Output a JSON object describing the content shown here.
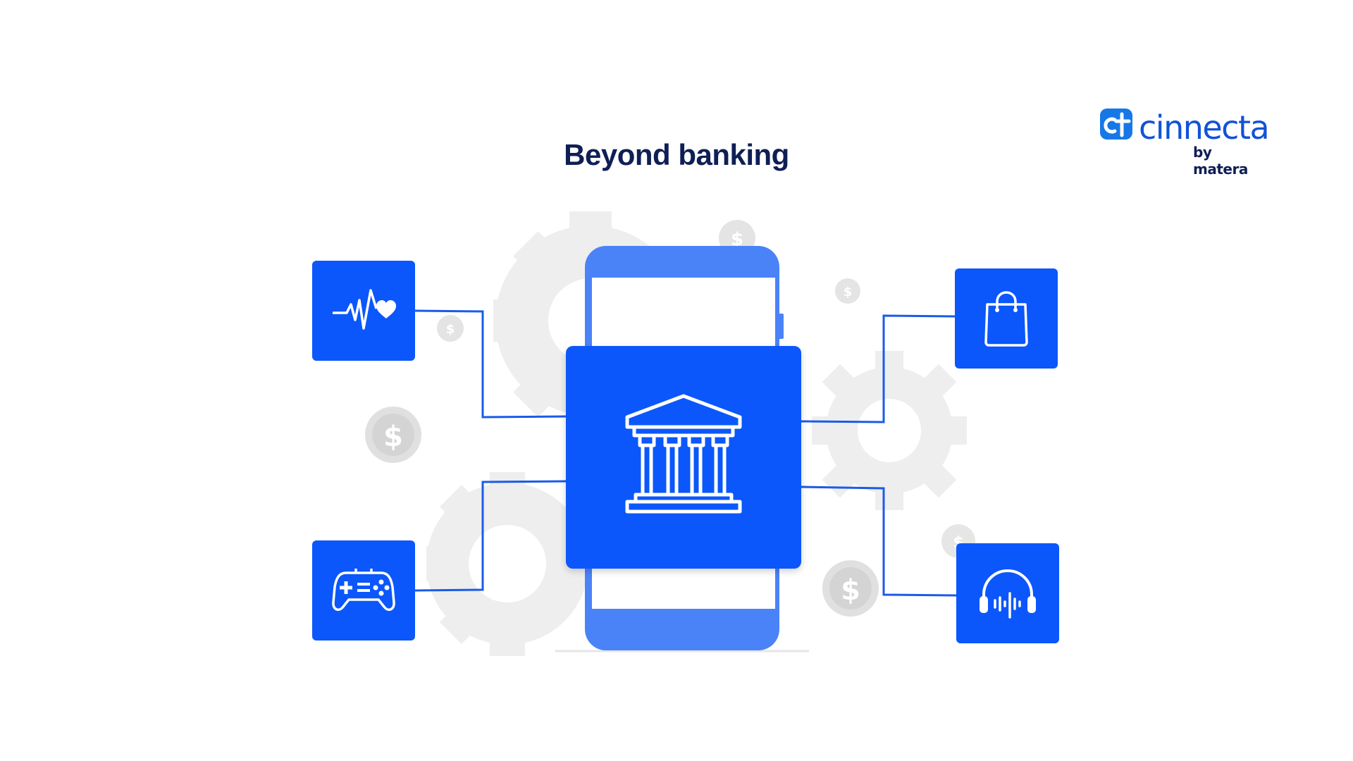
{
  "page": {
    "title": "Beyond banking"
  },
  "logo": {
    "brand": "cinnecta",
    "tagline": "by matera"
  },
  "icons": {
    "center": "bank-building-icon",
    "top_left": "heartbeat-icon",
    "bottom_left": "gamepad-icon",
    "top_right": "shopping-bag-icon",
    "bottom_right": "headphones-audio-icon"
  },
  "colors": {
    "primary_blue": "#0b57fb",
    "phone_blue": "#4a83f8",
    "connector_line": "#1b5be8",
    "title_navy": "#0f1f55",
    "gear_gray": "#eeeeee",
    "coin_gray": "#dddddd"
  }
}
